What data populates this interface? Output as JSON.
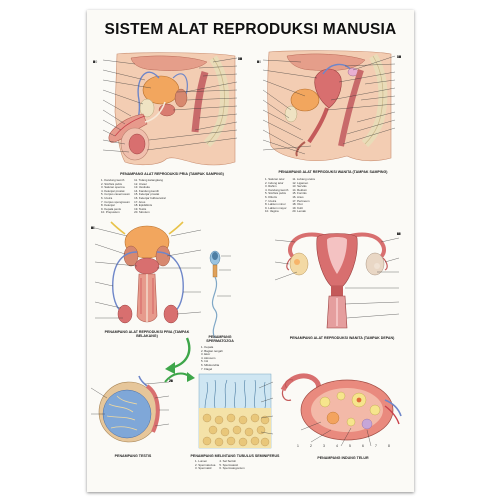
{
  "poster": {
    "title": "SISTEM ALAT REPRODUKSI MANUSIA",
    "background": "#fbfaf6",
    "colors": {
      "skin": "#f1c7ac",
      "flesh": "#d86f6f",
      "bone": "#f0e6c8",
      "nerve": "#e8c34a",
      "vessel_blue": "#6e86c9",
      "vessel_red": "#c8404a",
      "bladder": "#f2a65e"
    }
  },
  "panels": {
    "male_side": {
      "caption": "PENAMPANG ALAT REPRODUKSI PRIA (TAMPAK SAMPING)",
      "left_numbers": [
        "1",
        "2",
        "3",
        "4",
        "5",
        "6",
        "7",
        "8",
        "9",
        "10"
      ],
      "right_numbers": [
        "11",
        "12",
        "13",
        "14",
        "15",
        "16",
        "17",
        "18",
        "19",
        "20",
        "21"
      ],
      "legend": [
        [
          "1. Kandung kemih",
          "2. Simfisis pubis",
          "3. Saluran sperma",
          "4. Kelenjar prostat",
          "5. Corpus cavernosum",
          "6. Uretra",
          "7. Corpus spongiosum",
          "8. Kelenjar",
          "9. Kepala penis",
          "10. Prepusium"
        ],
        [
          "11. Tulang kelangkang",
          "12. Ureter",
          "13. Vesikula",
          "14. Kandung kemih",
          "15. Kelenjar prostat",
          "16. Kelenjar bulbouretral",
          "17. Anus",
          "18. Epididimis",
          "19. Testis",
          "20. Skrotum"
        ]
      ]
    },
    "female_side": {
      "caption": "PENAMPANG ALAT REPRODUKSI WANITA (TAMPAK SAMPING)",
      "left_numbers": [
        "1",
        "2",
        "3",
        "4",
        "5",
        "6",
        "7",
        "8",
        "9",
        "10"
      ],
      "right_numbers": [
        "11",
        "12",
        "13",
        "14",
        "15",
        "16",
        "17",
        "18",
        "19",
        "20"
      ],
      "legend": [
        [
          "1. Saluran telur",
          "2. Indung telur",
          "3. Rahim",
          "4. Kandung kemih",
          "5. Simfisis pubis",
          "6. Klitoris",
          "7. Uretra",
          "8. Labium minor",
          "9. Labium mayor",
          "10. Vagina"
        ],
        [
          "11. Lubang uretra",
          "12. Ligamen",
          "13. Serviks",
          "14. Rektum",
          "15. Forniks",
          "16. Anus",
          "17. Perineum",
          "18. Otot",
          "19. Kulit",
          "20. Lemak"
        ]
      ]
    },
    "male_front": {
      "caption": "PENAMPANG ALAT REPRODUKSI PRIA (TAMPAK BELAKANG)",
      "numbers": [
        "1",
        "2",
        "3",
        "4",
        "5",
        "6",
        "7",
        "8",
        "9",
        "10",
        "11"
      ]
    },
    "sperm": {
      "caption": "PENAMPANG SPERMATOZOA",
      "legend": [
        "1. Kepala",
        "2. Bagian tengah",
        "3. Ekor",
        "4. Akrosom",
        "5. Inti",
        "6. Mitokondria",
        "7. Flagel"
      ]
    },
    "female_front": {
      "caption": "PENAMPANG ALAT REPRODUKSI WANITA (TAMPAK DEPAN)",
      "numbers": [
        "1",
        "2",
        "3",
        "4",
        "5",
        "6",
        "7",
        "8",
        "9",
        "10",
        "11",
        "12",
        "13",
        "14",
        "15",
        "16",
        "17"
      ]
    },
    "testis": {
      "caption": "PENAMPANG TESTIS",
      "numbers": [
        "20",
        "21",
        "22",
        "23",
        "24",
        "25",
        "26",
        "27",
        "28"
      ]
    },
    "tubulus": {
      "caption": "PENAMPANG MELINTANG TUBULUS SEMINIFERUS",
      "legend": [
        "1. Lumen",
        "2. Spermatozoa",
        "3. Spermatid",
        "4. Sel Sertoli",
        "5. Spermatosit",
        "6. Spermatogonium"
      ]
    },
    "ovary": {
      "caption": "PENAMPANG INDUNG TELUR",
      "numbers": [
        "1",
        "2",
        "3",
        "4",
        "5",
        "6",
        "7",
        "8"
      ]
    }
  }
}
